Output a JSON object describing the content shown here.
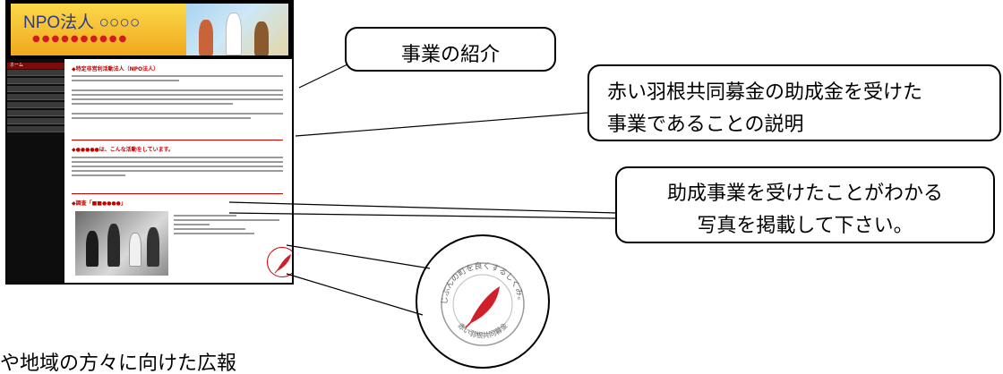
{
  "site": {
    "title": "NPO法人 ○○○○",
    "dots": "●●●●●●●●●●",
    "home_label": "ホーム",
    "section1_heading": "◆特定非営利活動法人（NPO法人）",
    "section2_heading": "◆●●●●●は、こんな活動をしています。",
    "section3_heading": "◆調査「■■●●●●」"
  },
  "callouts": {
    "intro": "事業の紹介",
    "grant_line1": "赤い羽根共同募金の助成金を受けた",
    "grant_line2": "事業であることの説明",
    "photo_line1": "助成事業を受けたことがわかる",
    "photo_line2": "写真を掲載して下さい。"
  },
  "stamp": {
    "top_text": "じぶんの町を良くするしくみ。",
    "bottom_text": "赤い羽根共同募金",
    "feather_color": "#d0202a"
  },
  "bottom_text": "や地域の方々に向けた広報"
}
